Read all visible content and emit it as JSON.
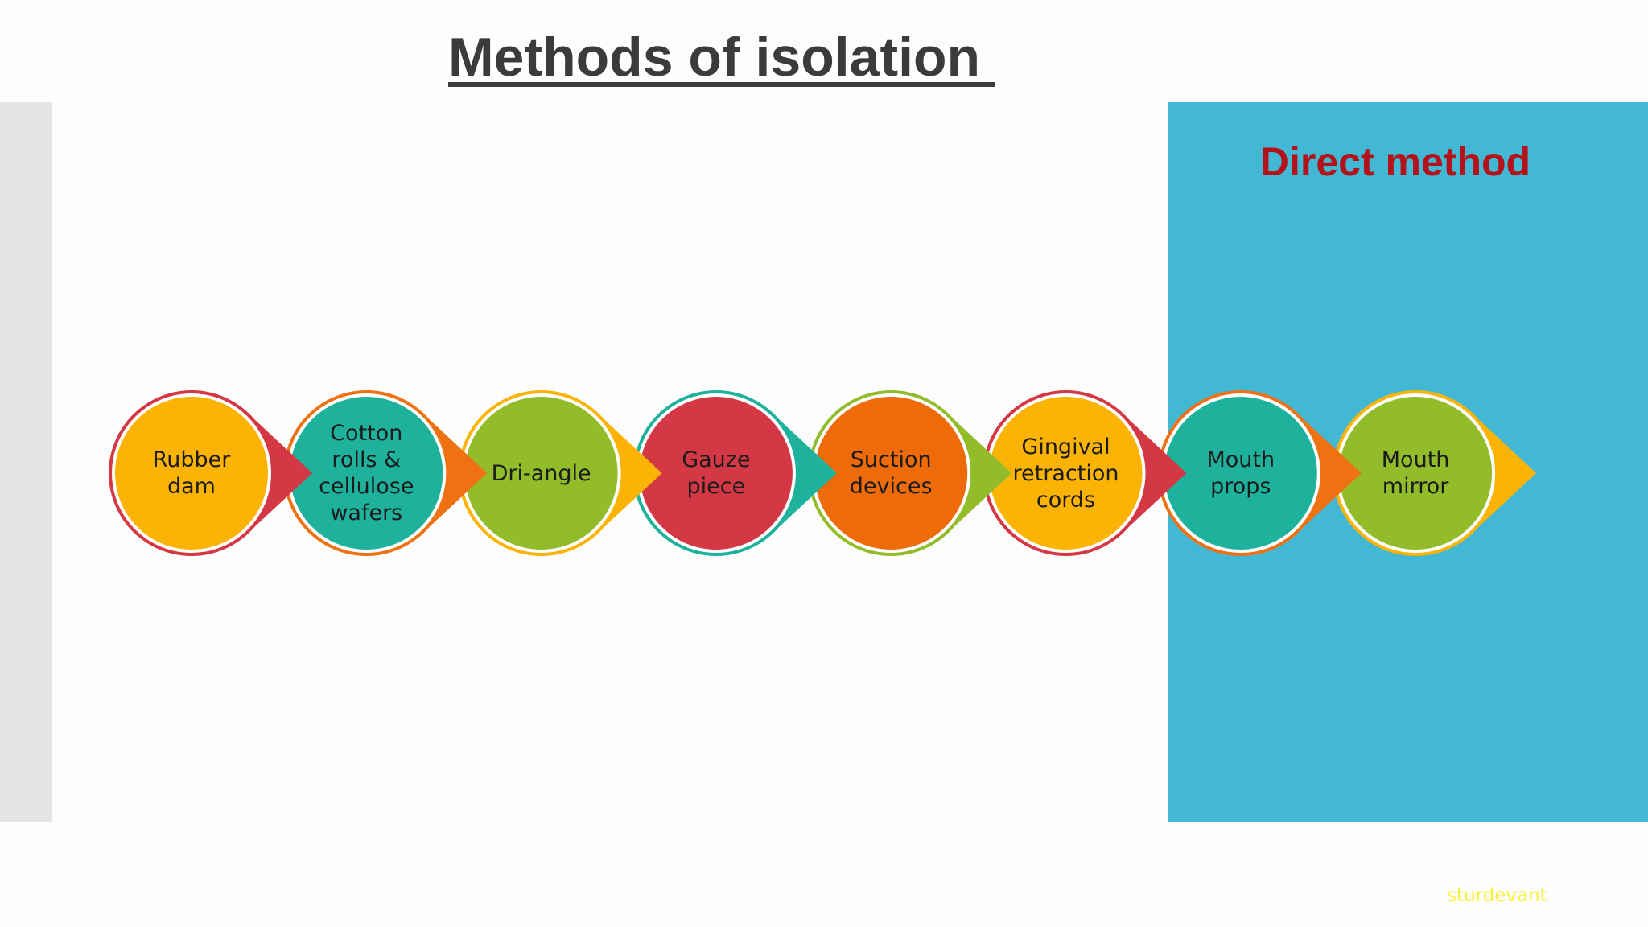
{
  "slide": {
    "title": "Methods of isolation ",
    "panel_label": "Direct method",
    "watermark": "sturdevant"
  },
  "flow": {
    "nodes": [
      {
        "label": "Rubber\ndam",
        "fill": "#fbb406",
        "ring": "#d33844"
      },
      {
        "label": "Cotton\nrolls &\ncellulose\nwafers",
        "fill": "#1eb29c",
        "ring": "#ee7212"
      },
      {
        "label": "Dri-angle",
        "fill": "#92bc2a",
        "ring": "#fbb406"
      },
      {
        "label": "Gauze\npiece",
        "fill": "#d33844",
        "ring": "#1eb29c"
      },
      {
        "label": "Suction\ndevices",
        "fill": "#ee6b0a",
        "ring": "#92bc2a"
      },
      {
        "label": "Gingival\nretraction\ncords",
        "fill": "#fbb406",
        "ring": "#d33844"
      },
      {
        "label": "Mouth\nprops",
        "fill": "#1eb29c",
        "ring": "#ee7212"
      },
      {
        "label": "Mouth\nmirror",
        "fill": "#92bc2a",
        "ring": "#fbb406"
      }
    ]
  }
}
